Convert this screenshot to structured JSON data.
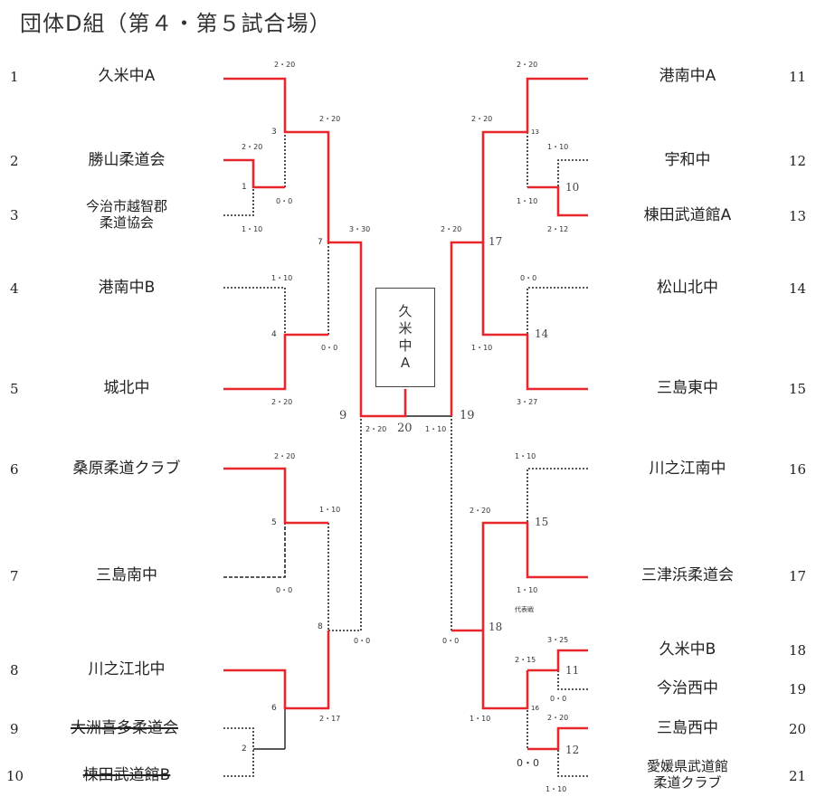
{
  "title": "団体D組（第４・第５試合場）",
  "left_teams": [
    {
      "seed": "1",
      "name": "久米中A"
    },
    {
      "seed": "2",
      "name": "勝山柔道会"
    },
    {
      "seed": "3",
      "name": "今治市越智郡\n柔道協会"
    },
    {
      "seed": "4",
      "name": "港南中B"
    },
    {
      "seed": "5",
      "name": "城北中"
    },
    {
      "seed": "6",
      "name": "桑原柔道クラブ"
    },
    {
      "seed": "7",
      "name": "三島南中"
    },
    {
      "seed": "8",
      "name": "川之江北中"
    },
    {
      "seed": "9",
      "name": "大洲喜多柔道会"
    },
    {
      "seed": "10",
      "name": "棟田武道館B"
    }
  ],
  "right_teams": [
    {
      "seed": "11",
      "name": "港南中A"
    },
    {
      "seed": "12",
      "name": "宇和中"
    },
    {
      "seed": "13",
      "name": "棟田武道館A"
    },
    {
      "seed": "14",
      "name": "松山北中"
    },
    {
      "seed": "15",
      "name": "三島東中"
    },
    {
      "seed": "16",
      "name": "川之江南中"
    },
    {
      "seed": "17",
      "name": "三津浜柔道会"
    },
    {
      "seed": "18",
      "name": "久米中B"
    },
    {
      "seed": "19",
      "name": "今治西中"
    },
    {
      "seed": "20",
      "name": "三島西中"
    },
    {
      "seed": "21",
      "name": "愛媛県武道館\n柔道クラブ"
    }
  ],
  "scores": {
    "s_1_top": "2・20",
    "s_1_bot": "0・0",
    "s_2_3": "2・20",
    "s_3_bot": "1・10",
    "s_3_up": "2・20",
    "s_7_up": "3・30",
    "s_7_bot": "0・0",
    "s_4_top": "1・10",
    "s_4_bot": "2・20",
    "s_5_top": "2・20",
    "s_5_up": "1・10",
    "s_5_bot": "0・0",
    "s_8_bot": "0・0",
    "s_6_bot": "2・17",
    "s_20_left": "2・20",
    "s_20_right": "1・10",
    "s_11_top": "2・20",
    "s_13_up": "2・20",
    "s_10_top": "1・10",
    "s_10_mid": "1・10",
    "s_10_bot": "2・12",
    "s_17_up": "2・20",
    "s_14_top": "0・0",
    "s_14_mid": "1・10",
    "s_14_bot": "3・27",
    "s_15_top": "1・10",
    "s_15_up": "2・20",
    "s_15_bot": "1・10",
    "s_18_left": "0・0",
    "s_11b_top": "3・25",
    "s_11b_up": "2・15",
    "s_11b_bot": "0・0",
    "s_12_top": "2・20",
    "s_18_bot": "1・10",
    "s_12_mid": "0・0",
    "s_12_bot": "1・10"
  },
  "matches": {
    "m1": "1",
    "m2": "2",
    "m3": "3",
    "m4": "4",
    "m5": "5",
    "m6": "6",
    "m7": "7",
    "m8": "8",
    "m9": "9",
    "m10": "10",
    "m11": "11",
    "m12": "12",
    "m13": "13",
    "m14": "14",
    "m15": "15",
    "m16": "16",
    "m17": "17",
    "m18": "18",
    "m19": "19",
    "m20": "20"
  },
  "note_representative": "代表戦",
  "winner": "久\n米\n中\nA",
  "colors": {
    "win_line": "#e8262b",
    "lose_line": "#222222"
  }
}
